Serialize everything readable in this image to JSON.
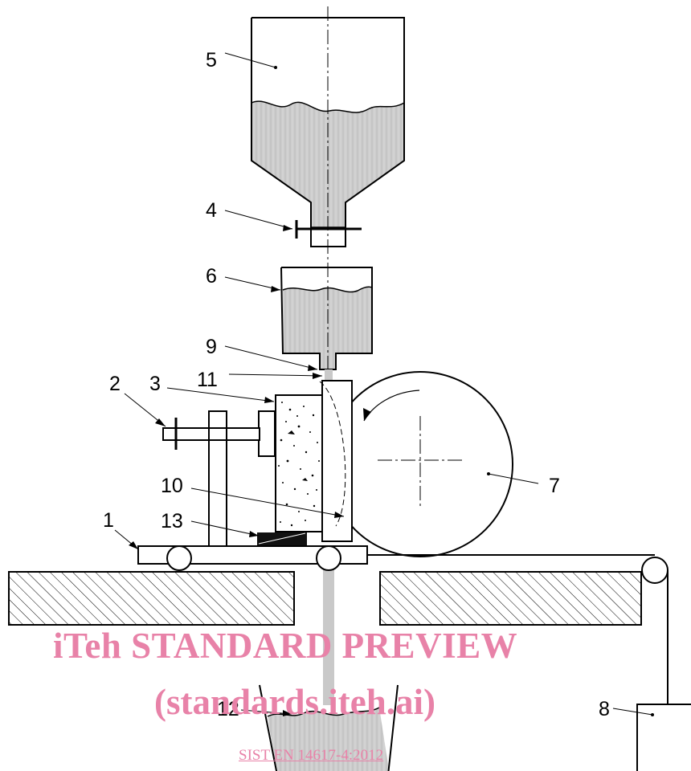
{
  "labels": {
    "l1": "1",
    "l2": "2",
    "l3": "3",
    "l4": "4",
    "l5": "5",
    "l6": "6",
    "l7": "7",
    "l8": "8",
    "l9": "9",
    "l10": "10",
    "l11": "11",
    "l12": "12",
    "l13": "13"
  },
  "watermark": {
    "line1": "iTeh STANDARD PREVIEW",
    "line2": "(standards.iteh.ai)",
    "doc_ref": "SIST EN 14617-4:2012"
  },
  "colors": {
    "line": "#000000",
    "fill_material": "#c9c9c9",
    "watermark": "#e882a8"
  }
}
